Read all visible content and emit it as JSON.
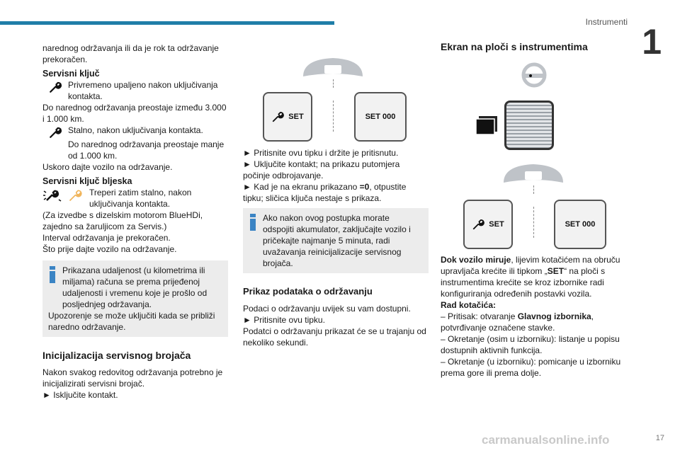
{
  "header": {
    "section": "Instrumenti",
    "chapter": "1"
  },
  "col1": {
    "p1": "narednog održavanja ili da je rok ta održavanje prekoračen.",
    "key_heading": "Servisni ključ",
    "key_item1_line1": "Privremeno upaljeno nakon uključivanja",
    "key_item1_line2": "kontakta.",
    "key_item1_text": "Do narednog održavanja preostaje između 3.000 i 1.000 km.",
    "key_item2_line1": "Stalno, nakon uključivanja kontakta.",
    "key_item2_line2": "Do narednog održavanja preostaje manje od 1.000 km.",
    "key_item2_line3": "Uskoro dajte vozilo na održavanje.",
    "flash_heading": "Servisni ključ bljeska",
    "flash_line1": "Treperi zatim stalno, nakon",
    "flash_line2": "uključivanja kontakta.",
    "flash_text1": "(Za izvedbe s dizelskim motorom BlueHDi, zajedno sa žaruljicom za Servis.)",
    "flash_text2": "Interval održavanja je prekoračen.",
    "flash_text3": "Što prije dajte vozilo na održavanje.",
    "info1": "Prikazana udaljenost (u kilometrima ili miljama) računa se prema prijeđenoj udaljenosti i vremenu koje je prošlo od posljednjeg održavanja.",
    "info2": "Upozorenje se može uključiti kada se približi naredno održavanje.",
    "reset_heading": "Inicijalizacija servisnog brojača",
    "reset_text": "Nakon svakog redovitog održavanja potrebno je inicijalizirati servisni brojač.",
    "reset_step": "► Isključite kontakt."
  },
  "col2": {
    "panel_left": "SET",
    "panel_right": "SET 000",
    "step1": "► Pritisnite ovu tipku i držite je pritisnutu.",
    "step2": "► Uključite kontakt; na prikazu putomjera počinje odbrojavanje.",
    "step3_pre": "► Kad je na ekranu prikazano ",
    "step3_bold": "=0",
    "step3_post": ", otpustite tipku; sličica ključa nestaje s prikaza.",
    "info": "Ako nakon ovog postupka morate odspojiti akumulator, zaključajte vozilo i pričekajte najmanje 5 minuta, radi uvažavanja reinicijalizacije servisnog brojača.",
    "data_heading": "Prikaz podataka o održavanju",
    "data_text1": "Podaci o održavanju uvijek su vam dostupni.",
    "data_text2": "► Pritisnite ovu tipku.",
    "data_text3": "Podatci o održavanju prikazat će se u trajanju od nekoliko sekundi."
  },
  "col3": {
    "heading": "Ekran na ploči s instrumentima",
    "panel_left": "SET",
    "panel_right": "SET 000",
    "p1_bold": "Dok vozilo miruje",
    "p1_a": ", lijevim kotačićem na obruču upravljača krećite ili tipkom „",
    "p1_set": "SET",
    "p1_b": "“ na ploči s instrumentima krećite se kroz izbornike radi konfiguriranja određenih postavki vozila.",
    "wheel_heading": "Rad kotačića:",
    "wheel_1_pre": "– Pritisak: otvaranje ",
    "wheel_1_bold": "Glavnog izbornika",
    "wheel_1_post": ", potvrđivanje označene stavke.",
    "wheel_2": "– Okretanje (osim u izborniku): listanje u popisu dostupnih aktivnih funkcija.",
    "wheel_3": "– Okretanje (u izborniku): pomicanje u izborniku prema gore ili prema dolje."
  },
  "footer": {
    "page": "17",
    "watermark": "carmanualsonline.info"
  },
  "colors": {
    "accent": "#1f7ea8",
    "info_icon": "#3b84c4",
    "warning_icon": "#f0b45a"
  }
}
